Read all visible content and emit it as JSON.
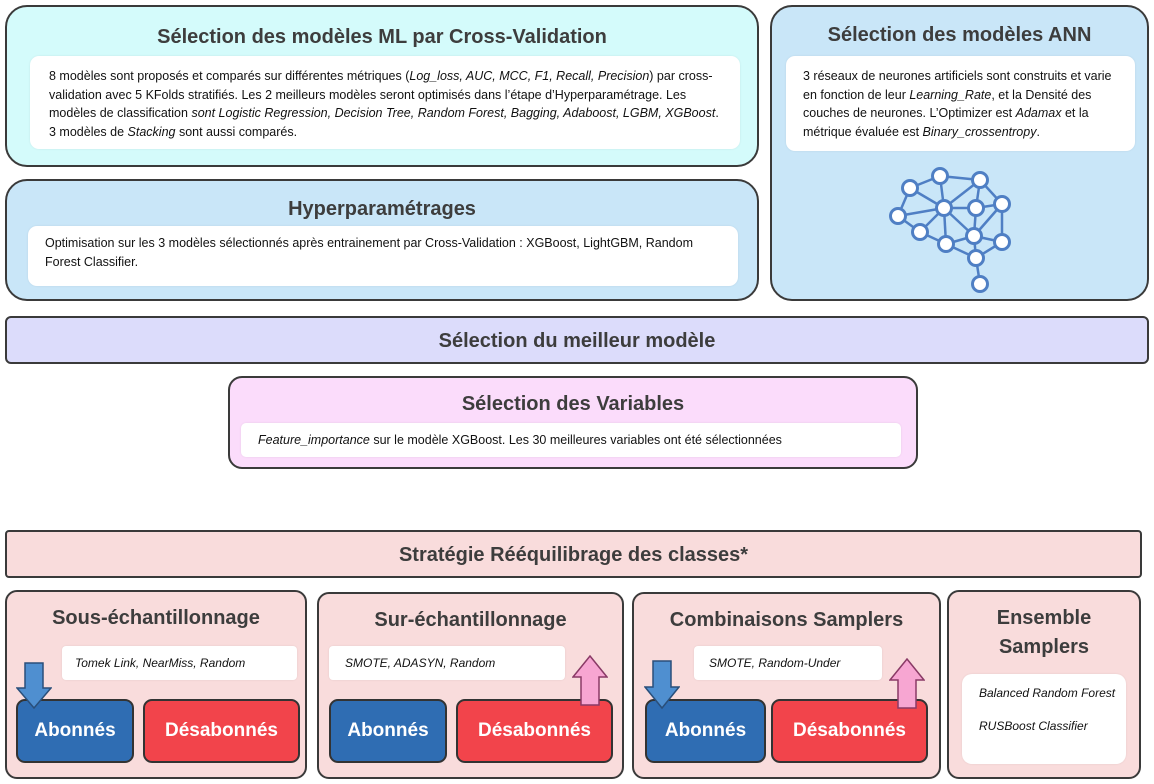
{
  "cv": {
    "title": "Sélection des modèles ML par Cross-Validation",
    "body": [
      {
        "t": "8 modèles sont proposés et comparés sur différentes métriques (",
        "i": false
      },
      {
        "t": "Log_loss, AUC, MCC, F1, Recall, Precision",
        "i": true
      },
      {
        "t": ") par cross-validation avec 5 KFolds stratifiés. Les 2 meilleurs modèles seront optimisés dans l’étape d’Hyperparamétrage. Les modèles de classification ",
        "i": false
      },
      {
        "t": "sont Logistic Regression, Decision Tree, Random Forest, Bagging, Adaboost, LGBM, XGBoost",
        "i": true
      },
      {
        "t": ". 3 modèles de ",
        "i": false
      },
      {
        "t": "Stacking",
        "i": true
      },
      {
        "t": " sont aussi comparés.",
        "i": false
      }
    ]
  },
  "hp": {
    "title": "Hyperparamétrages",
    "body": "Optimisation sur les 3 modèles sélectionnés après entrainement par Cross-Validation : XGBoost, LightGBM, Random Forest Classifier."
  },
  "ann": {
    "title": "Sélection des modèles ANN",
    "body": [
      {
        "t": "3 réseaux de neurones artificiels sont construits et varie en fonction de leur ",
        "i": false
      },
      {
        "t": "Learning_Rate",
        "i": true
      },
      {
        "t": ", et la Densité des couches de neurones. L’Optimizer est ",
        "i": false
      },
      {
        "t": "Adamax",
        "i": true
      },
      {
        "t": " et la métrique évaluée est ",
        "i": false
      },
      {
        "t": "Binary_crossentropy",
        "i": true
      },
      {
        "t": ".",
        "i": false
      }
    ],
    "icon": "neural-network-icon"
  },
  "best": {
    "title": "Sélection du meilleur modèle"
  },
  "vars": {
    "title": "Sélection des Variables",
    "body_italic": "Feature_importance",
    "body_rest": " sur le modèle XGBoost. Les 30 meilleures variables ont été sélectionnées"
  },
  "strategy": {
    "title": "Stratégie Rééquilibrage des classes*"
  },
  "under": {
    "title": "Sous-échantillonnage",
    "methods": "Tomek Link, NearMiss, Random",
    "left": "Abonnés",
    "right": "Désabonnés",
    "arrow": "down-arrow-icon"
  },
  "over": {
    "title": "Sur-échantillonnage",
    "methods": "SMOTE, ADASYN, Random",
    "left": "Abonnés",
    "right": "Désabonnés",
    "arrow": "up-arrow-icon"
  },
  "combo": {
    "title": "Combinaisons Samplers",
    "methods": "SMOTE, Random-Under",
    "left": "Abonnés",
    "right": "Désabonnés"
  },
  "ensemble": {
    "title_line1": "Ensemble",
    "title_line2": "Samplers",
    "item1": "Balanced Random Forest",
    "item2": "RUSBoost Classifier"
  },
  "colors": {
    "cyan": "#d4fbfb",
    "lightblue": "#c9e6f8",
    "lavender": "#dcdcfb",
    "pink": "#fbdcfb",
    "salmon": "#f9dcdc",
    "blue_button": "#2f6db3",
    "red_button": "#f2444b",
    "arrow_blue": "#4f8fd0",
    "arrow_pink": "#f7a6d2"
  }
}
